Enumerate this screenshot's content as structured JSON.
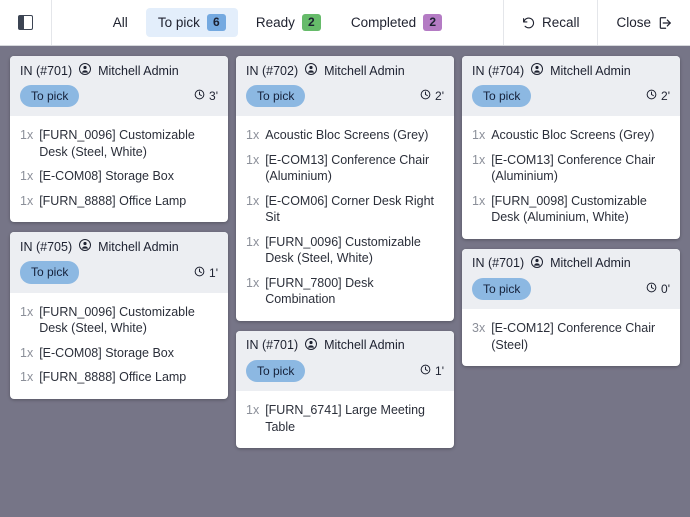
{
  "toolbar": {
    "panel_toggle_icon": "panel-left-icon",
    "filters": [
      {
        "label": "All",
        "count": null,
        "active": false,
        "badge_color": null
      },
      {
        "label": "To pick",
        "count": "6",
        "active": true,
        "badge_color": "#74a9e0"
      },
      {
        "label": "Ready",
        "count": "2",
        "active": false,
        "badge_color": "#66bb6a"
      },
      {
        "label": "Completed",
        "count": "2",
        "active": false,
        "badge_color": "#b47bc4"
      }
    ],
    "recall_label": "Recall",
    "recall_icon": "undo-arrow-icon",
    "close_label": "Close",
    "close_icon": "exit-icon"
  },
  "board": {
    "status_chip_color": "#8cb8e2",
    "columns": [
      {
        "cards": [
          {
            "reference": "IN (#701)",
            "user": "Mitchell Admin",
            "status": "To pick",
            "time": "3'",
            "lines": [
              {
                "qty": "1x",
                "desc": "[FURN_0096] Customizable Desk (Steel, White)"
              },
              {
                "qty": "1x",
                "desc": "[E-COM08] Storage Box"
              },
              {
                "qty": "1x",
                "desc": "[FURN_8888] Office Lamp"
              }
            ]
          },
          {
            "reference": "IN (#705)",
            "user": "Mitchell Admin",
            "status": "To pick",
            "time": "1'",
            "lines": [
              {
                "qty": "1x",
                "desc": "[FURN_0096] Customizable Desk (Steel, White)"
              },
              {
                "qty": "1x",
                "desc": "[E-COM08] Storage Box"
              },
              {
                "qty": "1x",
                "desc": "[FURN_8888] Office Lamp"
              }
            ]
          }
        ]
      },
      {
        "cards": [
          {
            "reference": "IN (#702)",
            "user": "Mitchell Admin",
            "status": "To pick",
            "time": "2'",
            "lines": [
              {
                "qty": "1x",
                "desc": "Acoustic Bloc Screens (Grey)"
              },
              {
                "qty": "1x",
                "desc": "[E-COM13] Conference Chair (Aluminium)"
              },
              {
                "qty": "1x",
                "desc": "[E-COM06] Corner Desk Right Sit"
              },
              {
                "qty": "1x",
                "desc": "[FURN_0096] Customizable Desk (Steel, White)"
              },
              {
                "qty": "1x",
                "desc": "[FURN_7800] Desk Combination"
              }
            ]
          },
          {
            "reference": "IN (#701)",
            "user": "Mitchell Admin",
            "status": "To pick",
            "time": "1'",
            "lines": [
              {
                "qty": "1x",
                "desc": "[FURN_6741] Large Meeting Table"
              }
            ]
          }
        ]
      },
      {
        "cards": [
          {
            "reference": "IN (#704)",
            "user": "Mitchell Admin",
            "status": "To pick",
            "time": "2'",
            "lines": [
              {
                "qty": "1x",
                "desc": "Acoustic Bloc Screens (Grey)"
              },
              {
                "qty": "1x",
                "desc": "[E-COM13] Conference Chair (Aluminium)"
              },
              {
                "qty": "1x",
                "desc": "[FURN_0098] Customizable Desk (Aluminium, White)"
              }
            ]
          },
          {
            "reference": "IN (#701)",
            "user": "Mitchell Admin",
            "status": "To pick",
            "time": "0'",
            "lines": [
              {
                "qty": "3x",
                "desc": "[E-COM12] Conference Chair (Steel)"
              }
            ]
          }
        ]
      }
    ]
  }
}
